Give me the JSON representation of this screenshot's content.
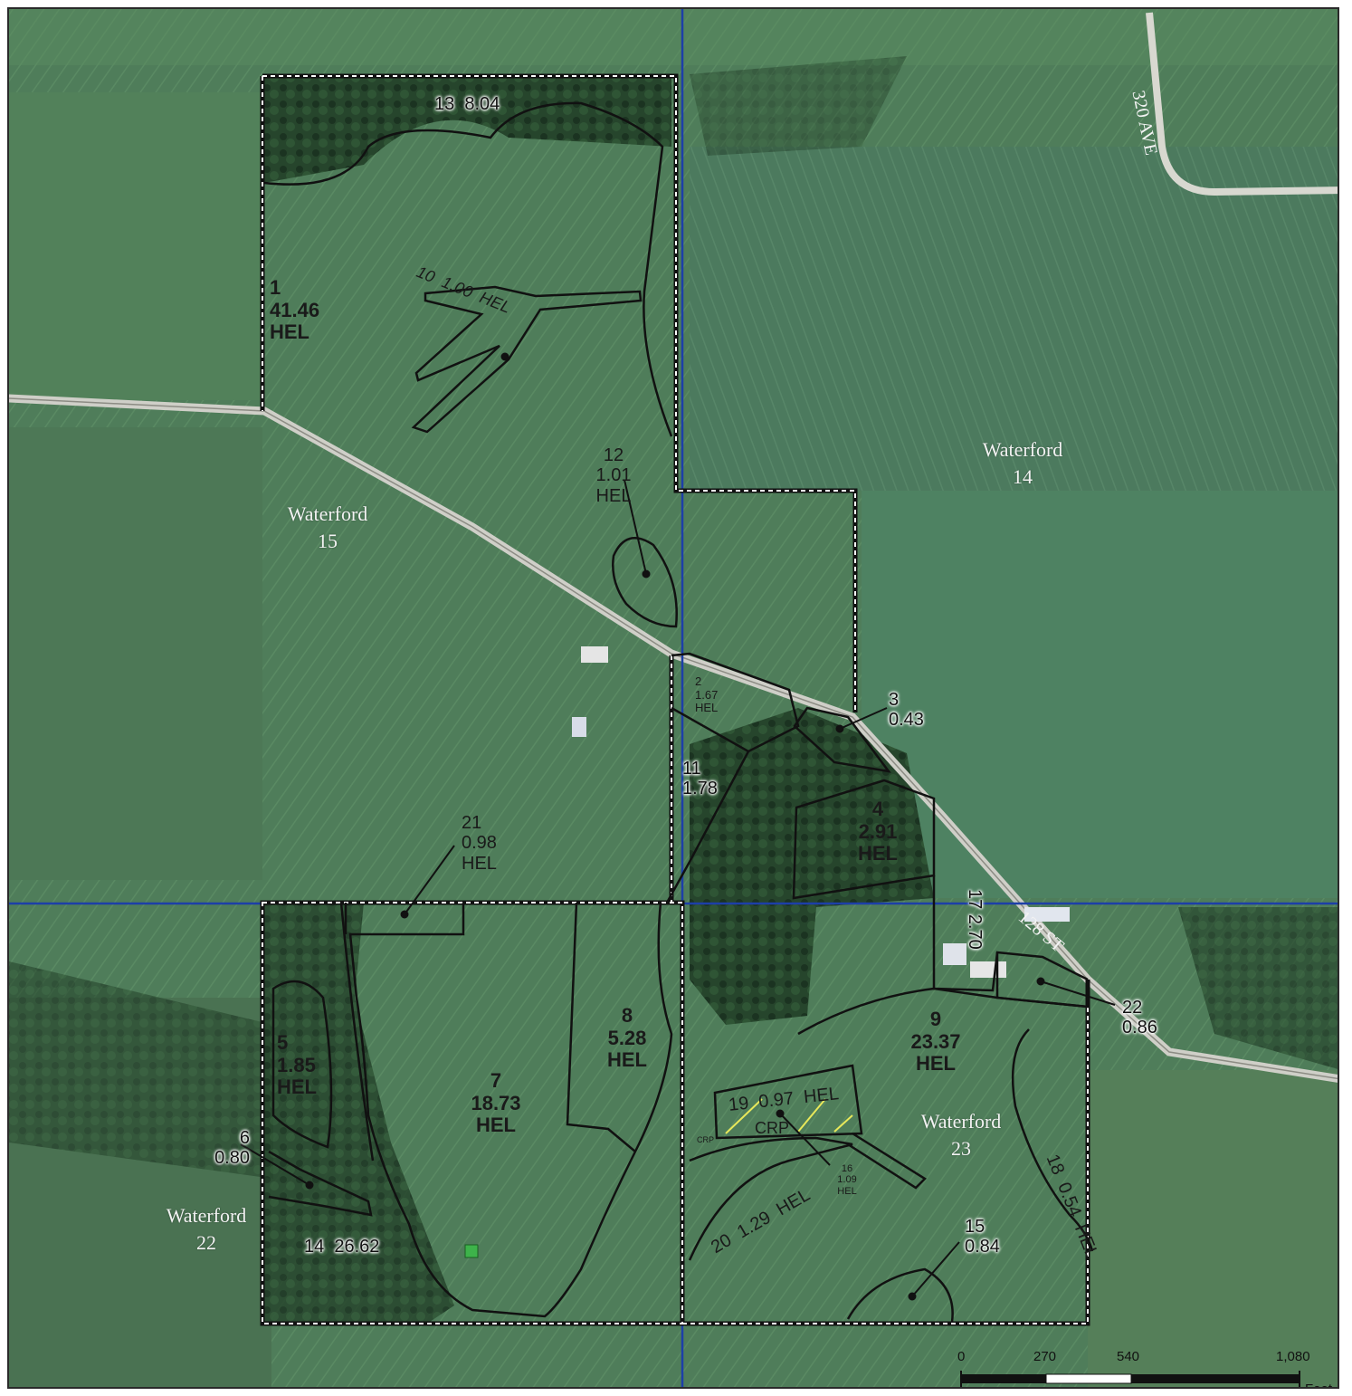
{
  "colors": {
    "field_green": "#4f7d5a",
    "tree_dark": "#1f3a25",
    "road": "#cfcfc8",
    "boundary": "#111111",
    "section_line": "#1d3fa8",
    "crp_line": "#e8e85a"
  },
  "fields": [
    {
      "id": "f1",
      "number": "1",
      "acres": "41.46",
      "hel": "HEL"
    },
    {
      "id": "f2",
      "number": "2",
      "acres": "1.67",
      "hel": "HEL"
    },
    {
      "id": "f3",
      "number": "3",
      "acres": "0.43"
    },
    {
      "id": "f4",
      "number": "4",
      "acres": "2.91",
      "hel": "HEL"
    },
    {
      "id": "f5",
      "number": "5",
      "acres": "1.85",
      "hel": "HEL"
    },
    {
      "id": "f6",
      "number": "6",
      "acres": "0.80"
    },
    {
      "id": "f7",
      "number": "7",
      "acres": "18.73",
      "hel": "HEL"
    },
    {
      "id": "f8",
      "number": "8",
      "acres": "5.28",
      "hel": "HEL"
    },
    {
      "id": "f9",
      "number": "9",
      "acres": "23.37",
      "hel": "HEL"
    },
    {
      "id": "f10",
      "number": "10",
      "acres": "1.00",
      "hel": "HEL"
    },
    {
      "id": "f11",
      "number": "11",
      "acres": "1.78"
    },
    {
      "id": "f12",
      "number": "12",
      "acres": "1.01",
      "hel": "HEL"
    },
    {
      "id": "f13",
      "number": "13",
      "acres": "8.04"
    },
    {
      "id": "f14",
      "number": "14",
      "acres": "26.62"
    },
    {
      "id": "f15",
      "number": "15",
      "acres": "0.84"
    },
    {
      "id": "f16",
      "number": "16",
      "acres": "1.09",
      "hel": "HEL"
    },
    {
      "id": "f17",
      "number": "17",
      "acres": "2.70"
    },
    {
      "id": "f18",
      "number": "18",
      "acres": "0.54",
      "hel": "HEL"
    },
    {
      "id": "f19",
      "number": "19",
      "acres": "0.97",
      "hel": "HEL"
    },
    {
      "id": "f20",
      "number": "20",
      "acres": "1.29",
      "hel": "HEL"
    },
    {
      "id": "f21",
      "number": "21",
      "acres": "0.98",
      "hel": "HEL"
    },
    {
      "id": "f22",
      "number": "22",
      "acres": "0.86"
    }
  ],
  "crp_label": "CRP",
  "crp_small_label": "CRP",
  "townships": [
    {
      "name": "Waterford",
      "section": "14"
    },
    {
      "name": "Waterford",
      "section": "15"
    },
    {
      "name": "Waterford",
      "section": "22"
    },
    {
      "name": "Waterford",
      "section": "23"
    }
  ],
  "roads": [
    {
      "name": "320 AVE"
    },
    {
      "name": "128 ST"
    }
  ],
  "scale": {
    "ticks": [
      "0",
      "270",
      "540",
      "1,080"
    ],
    "unit": "Feet"
  }
}
